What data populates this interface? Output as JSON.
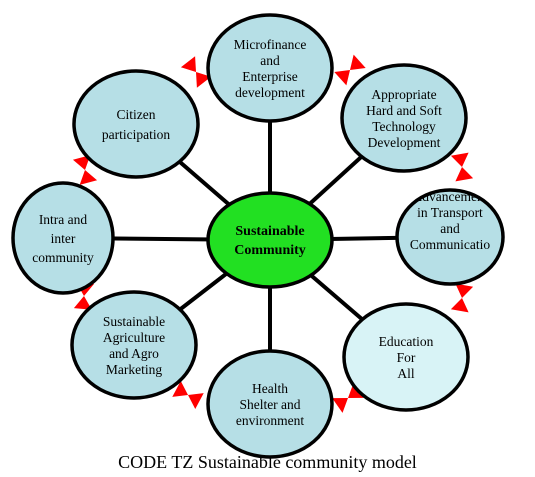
{
  "diagram": {
    "center": {
      "lines": [
        "Sustainable",
        "Community"
      ],
      "fill": "#22e022"
    },
    "node_fill": "#b6dfe6",
    "node_fill_light": "#d8f3f6",
    "connector_color": "#ff0000",
    "nodes": [
      {
        "id": "microfinance",
        "lines": [
          "Microfinance",
          "and",
          "Enterprise",
          "development"
        ]
      },
      {
        "id": "technology",
        "lines": [
          "Appropriate",
          "Hard and Soft",
          "Technology",
          "Development"
        ]
      },
      {
        "id": "transport",
        "lines": [
          "Advancement",
          "in Transport",
          "and",
          "Communicatio"
        ]
      },
      {
        "id": "education",
        "lines": [
          "Education",
          "For",
          "All"
        ]
      },
      {
        "id": "health",
        "lines": [
          "Health",
          "Shelter and",
          "environment"
        ]
      },
      {
        "id": "agriculture",
        "lines": [
          "Sustainable",
          "Agriculture",
          "and Agro",
          "Marketing"
        ]
      },
      {
        "id": "community",
        "lines": [
          "Intra and",
          "inter",
          "community"
        ]
      },
      {
        "id": "citizen",
        "lines": [
          "Citizen",
          "participation"
        ]
      }
    ]
  },
  "caption": "CODE TZ Sustainable community model"
}
